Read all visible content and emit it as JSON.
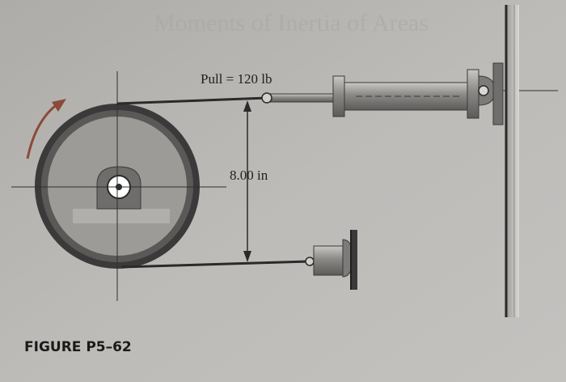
{
  "figure": {
    "caption": "FIGURE P5–62",
    "pull_label": "Pull = 120 lb",
    "distance_label": "8.00 in",
    "faded_header": "Moments of Inertia of Areas"
  },
  "colors": {
    "page": "#b9b7b4",
    "ink": "#2a2a2a",
    "wheel_dark": "#3a3a3a",
    "wheel_face": "#9d9b98",
    "rotation_arrow": "#8b4a3a",
    "metal": "#8e8d8a"
  },
  "icons": {
    "rotation": "curved-arrow-icon"
  }
}
